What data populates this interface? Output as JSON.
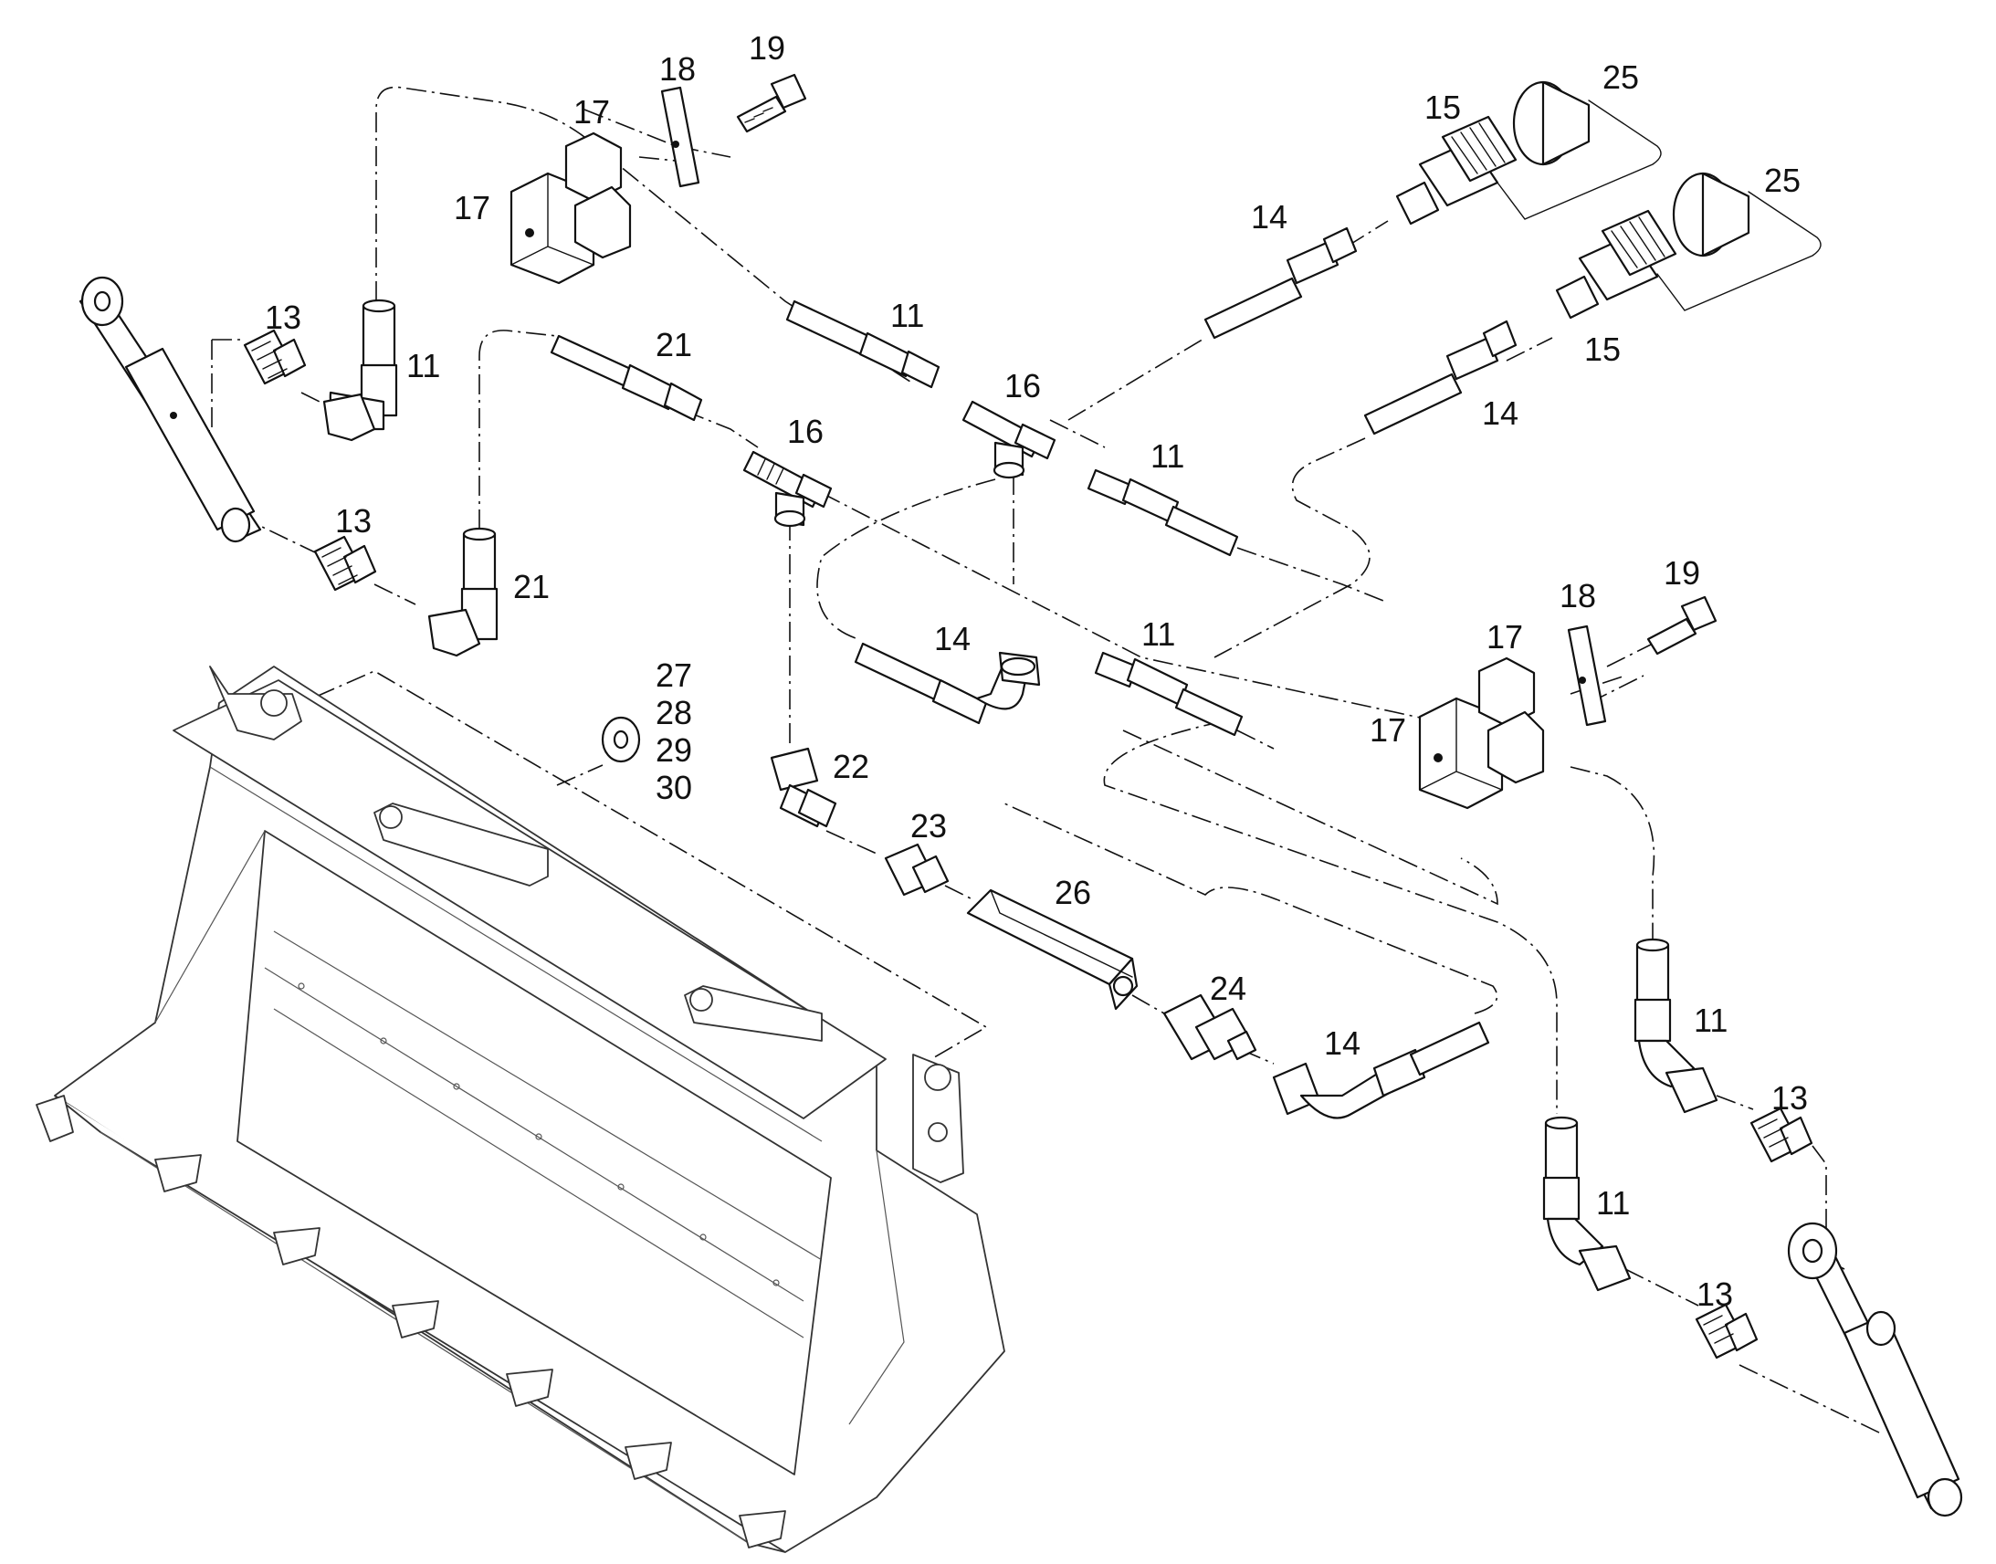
{
  "callouts": {
    "c11_a": "11",
    "c11_b": "11",
    "c11_c": "11",
    "c11_d": "11",
    "c11_e": "11",
    "c11_f": "11",
    "c13_a": "13",
    "c13_b": "13",
    "c13_c": "13",
    "c13_d": "13",
    "c14_a": "14",
    "c14_b": "14",
    "c14_c": "14",
    "c14_d": "14",
    "c15_a": "15",
    "c15_b": "15",
    "c16_a": "16",
    "c16_b": "16",
    "c17_a": "17",
    "c17_b": "17",
    "c17_c": "17",
    "c17_d": "17",
    "c18_a": "18",
    "c18_b": "18",
    "c19_a": "19",
    "c19_b": "19",
    "c21_a": "21",
    "c21_b": "21",
    "c22": "22",
    "c23": "23",
    "c24": "24",
    "c25_a": "25",
    "c25_b": "25",
    "c26": "26",
    "c27": "27",
    "c28": "28",
    "c29": "29",
    "c30": "30"
  }
}
